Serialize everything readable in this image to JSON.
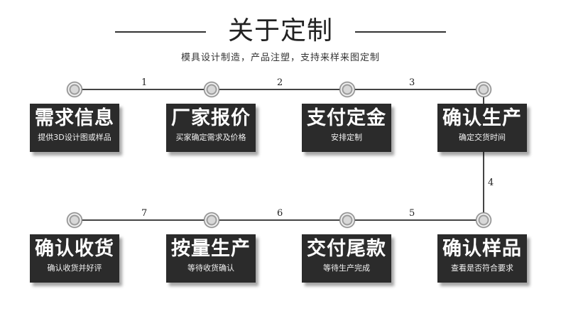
{
  "header": {
    "title": "关于定制",
    "subtitle": "模具设计制造，产品注塑，支持来样来图定制"
  },
  "steps": [
    {
      "title": "需求信息",
      "desc": "提供3D设计图或样品"
    },
    {
      "title": "厂家报价",
      "desc": "买家确定需求及价格"
    },
    {
      "title": "支付定金",
      "desc": "安排定制"
    },
    {
      "title": "确认生产",
      "desc": "确定交货时间"
    },
    {
      "title": "确认样品",
      "desc": "查看是否符合要求"
    },
    {
      "title": "交付尾款",
      "desc": "等待生产完成"
    },
    {
      "title": "按量生产",
      "desc": "等待收货确认"
    },
    {
      "title": "确认收货",
      "desc": "确认收货并好评"
    }
  ],
  "connectors": {
    "c1": "1",
    "c2": "2",
    "c3": "3",
    "c4": "4",
    "c5": "5",
    "c6": "6",
    "c7": "7"
  }
}
